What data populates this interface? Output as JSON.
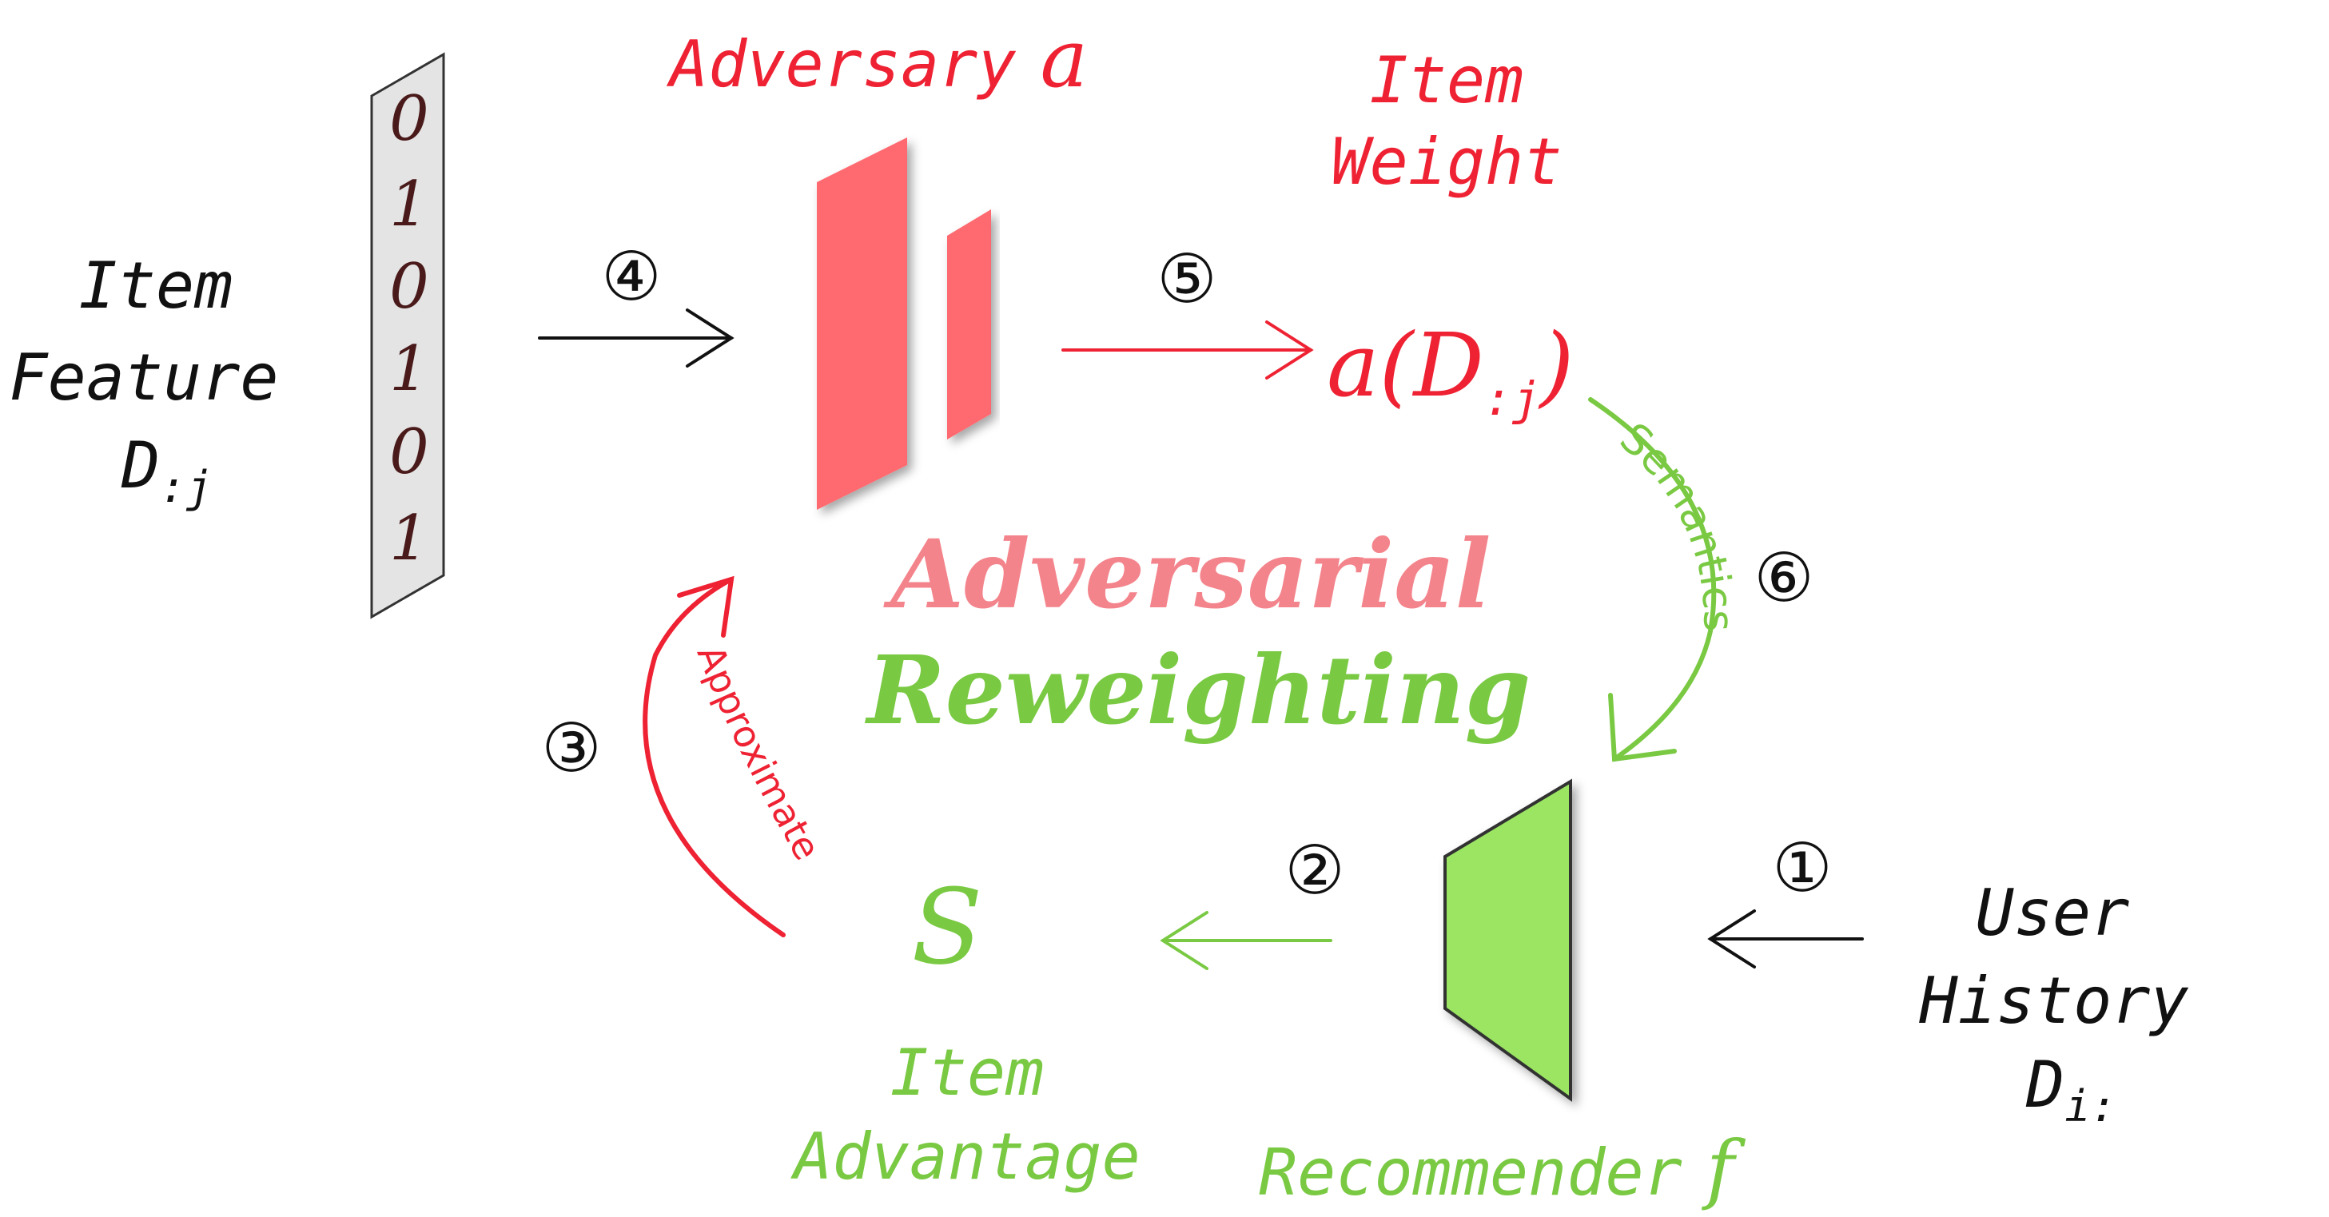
{
  "colors": {
    "red": "#ee2233",
    "adversary_fill": "#ff6b70",
    "green": "#7ac943",
    "recommender_fill": "#9be564",
    "pink_title": "#f4848c",
    "black": "#111111"
  },
  "item_feature": {
    "line1": "Item",
    "line2": "Feature",
    "symbol": "D",
    "subscript": ":j"
  },
  "feature_vector": [
    "0",
    "1",
    "0",
    "1",
    "0",
    "1"
  ],
  "adversary": {
    "label": "Adversary",
    "symbol": "a"
  },
  "item_weight": {
    "line1": "Item",
    "line2": "Weight",
    "func": "a(D",
    "subscript": ":j",
    "close": ")"
  },
  "title": {
    "line1": "Adversarial",
    "line2": "Reweighting"
  },
  "semantics_label": "Semantics",
  "approximate_label": "Approximate",
  "steps": {
    "s1": "①",
    "s2": "②",
    "s3": "③",
    "s4": "④",
    "s5": "⑤",
    "s6": "⑥"
  },
  "item_advantage": {
    "symbol": "S",
    "line1": "Item",
    "line2": "Advantage"
  },
  "recommender": {
    "label": "Recommender",
    "symbol": "f"
  },
  "user_history": {
    "line1": "User",
    "line2": "History",
    "symbol": "D",
    "subscript": "i:"
  }
}
